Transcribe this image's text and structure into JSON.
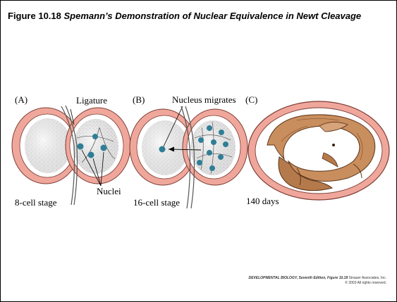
{
  "figure": {
    "number": "Figure 10.18",
    "title": "Spemann’s Demonstration of Nuclear Equivalence in Newt Cleavage"
  },
  "panels": [
    {
      "letter": "(A)",
      "caption": "8-cell stage",
      "labels": [
        "Ligature",
        "Nuclei"
      ]
    },
    {
      "letter": "(B)",
      "caption": "16-cell stage",
      "labels": [
        "Nucleus migrates"
      ]
    },
    {
      "letter": "(C)",
      "caption": "140 days",
      "labels": []
    }
  ],
  "credit": {
    "book": "DEVELOPMENTAL BIOLOGY, Seventh Edition, Figure 10.18",
    "publisher": "Sinauer Associates, Inc.",
    "copyright": "© 2003 All rights reserved."
  },
  "colors": {
    "membrane": "#f0a79b",
    "cytoplasm": "#ececec",
    "nucleus": "#2f7e96",
    "embryo": "#c98e5e"
  }
}
